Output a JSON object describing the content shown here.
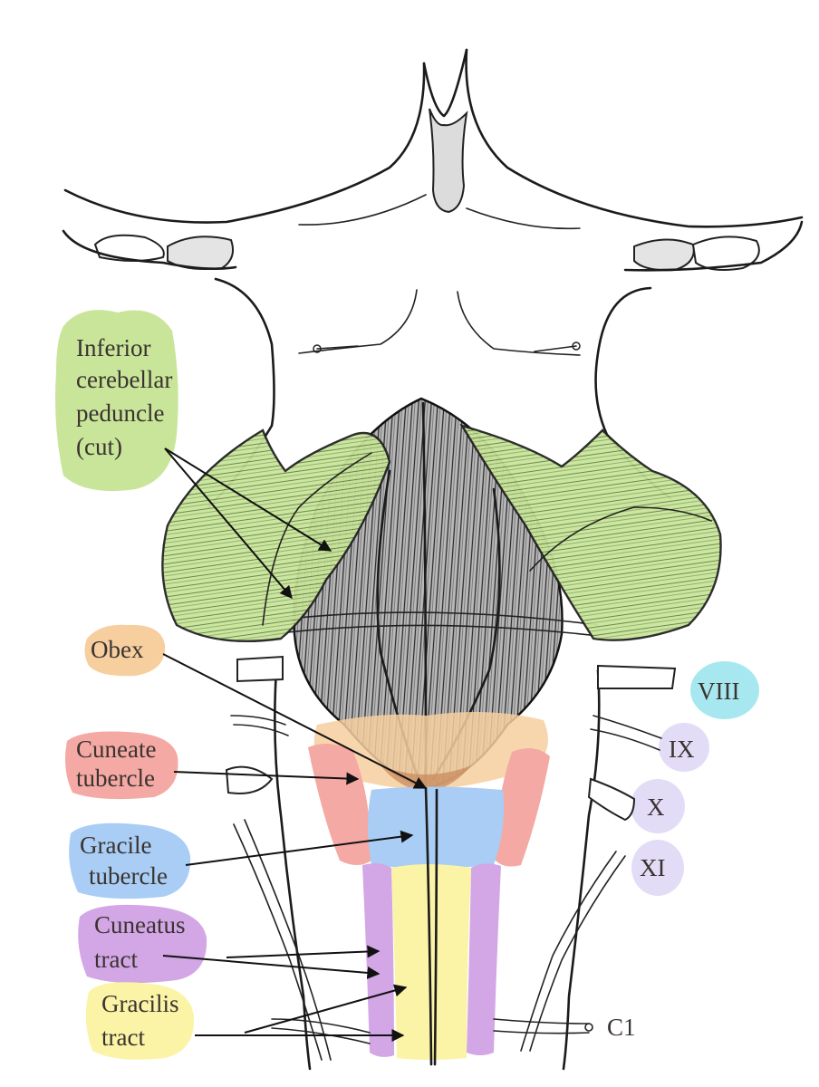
{
  "labels": {
    "inferior_cerebellar_peduncle": [
      "Inferior",
      "cerebellar",
      "peduncle",
      "(cut)"
    ],
    "obex": "Obex",
    "cuneate_tubercle": [
      "Cuneate",
      "tubercle"
    ],
    "gracile_tubercle": [
      "Gracile",
      "tubercle"
    ],
    "cuneatus_tract": [
      "Cuneatus",
      "tract"
    ],
    "gracilis_tract": [
      "Gracilis",
      "tract"
    ],
    "nerves": {
      "viii": "VIII",
      "ix": "IX",
      "x": "X",
      "xi": "XI",
      "c1": "C1"
    }
  },
  "colors": {
    "peduncle_green": "#c9e59a",
    "obex_orange": "#f7cf9f",
    "cuneate_red": "#f4a9a4",
    "gracile_blue": "#a9cdf5",
    "cuneatus_purple": "#d3a6e6",
    "gracilis_yellow": "#fbf4a6",
    "viii_cyan": "#a7e8f0",
    "cranial_lavender": "#e3dcf7",
    "ventricle_gray": "#dcdcdc",
    "colliculus_gray": "#e4e4e4"
  }
}
